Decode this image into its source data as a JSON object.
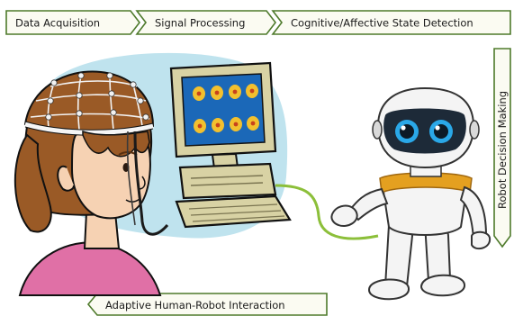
{
  "pipeline": {
    "steps": [
      {
        "label": "Data Acquisition"
      },
      {
        "label": "Signal Processing"
      },
      {
        "label": "Cognitive/Affective State Detection"
      },
      {
        "label": "Robot Decision Making"
      },
      {
        "label": "Adaptive Human-Robot Interaction"
      }
    ],
    "arrow_color": "#4e7a2b",
    "fill_color": "#fbfbf2"
  },
  "illustration": {
    "figures": [
      "girl-with-eeg-cap",
      "eeg-monitor-computer",
      "humanoid-robot"
    ],
    "colors": {
      "backdrop": "#bfe3ee",
      "skin": "#f6d2b3",
      "hair": "#9a5a26",
      "shirt": "#e070a6",
      "screen": "#1b68b8",
      "brain_map": "#f2c02e",
      "computer": "#d8d2a4",
      "robot_body": "#f4f4f4",
      "robot_visor": "#1d2a38",
      "robot_eye": "#2aa8e8",
      "robot_band": "#e4a020",
      "cable": "#8cbf3a"
    }
  }
}
